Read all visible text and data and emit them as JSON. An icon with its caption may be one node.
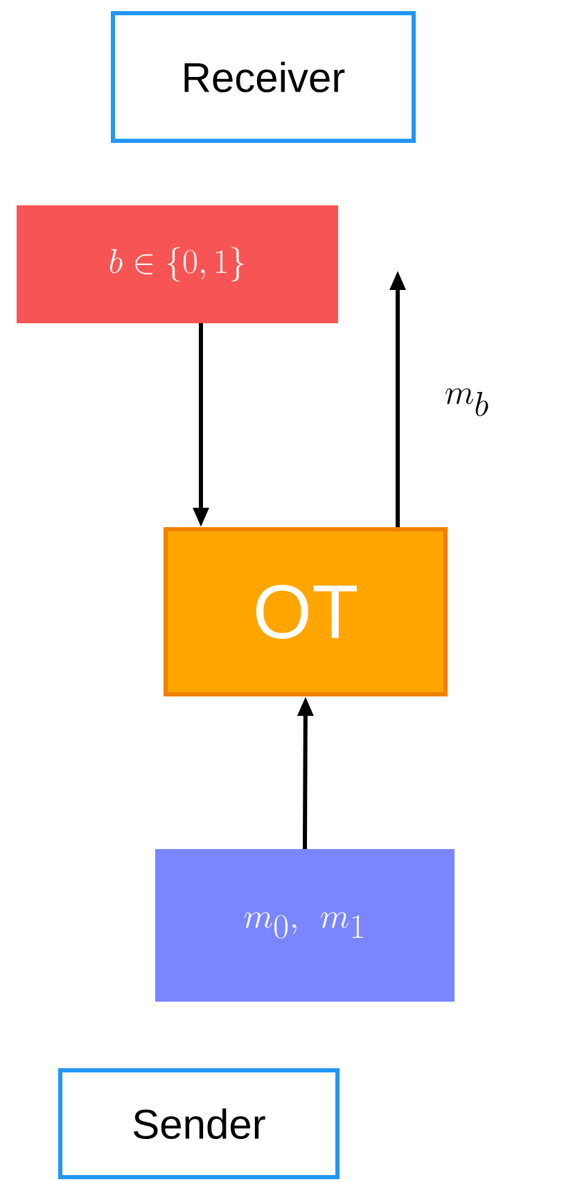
{
  "diagram": {
    "nodes": [
      {
        "text": [
          "Receiver"
        ]
      },
      {
        "text": [
          "b \\in \\{0,1\\}"
        ]
      },
      {
        "text": [
          "OT"
        ]
      },
      {
        "text": [
          "m_0,\\ m_1"
        ]
      },
      {
        "text": [
          "Sender"
        ]
      }
    ],
    "edges": [
      {
        "from": 1,
        "to": 2,
        "arrow": "to"
      },
      {
        "from": 3,
        "to": 2,
        "arrow": "to"
      },
      {
        "from": 2,
        "to": null,
        "arrow": "to",
        "label": "m_b"
      }
    ]
  }
}
